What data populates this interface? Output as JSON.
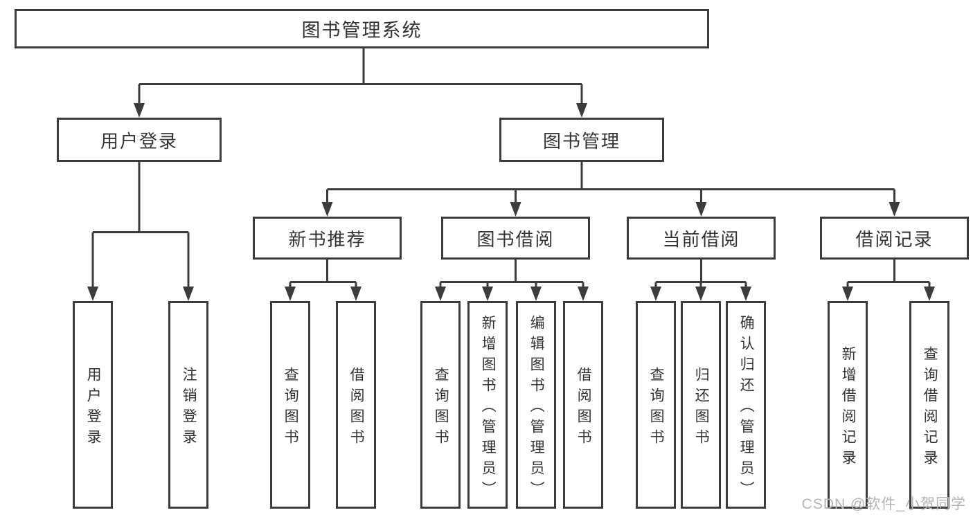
{
  "diagram_type": "hierarchy-tree",
  "root": {
    "label": "图书管理系统"
  },
  "user_login": {
    "label": "用户登录",
    "children": [
      {
        "label": "用户登录"
      },
      {
        "label": "注销登录"
      }
    ]
  },
  "book_management": {
    "label": "图书管理",
    "sections": [
      {
        "label": "新书推荐",
        "children": [
          {
            "label": "查询图书"
          },
          {
            "label": "借阅图书"
          }
        ]
      },
      {
        "label": "图书借阅",
        "children": [
          {
            "label": "查询图书"
          },
          {
            "label": "新增图书（管理员）"
          },
          {
            "label": "编辑图书（管理员）"
          },
          {
            "label": "借阅图书"
          }
        ]
      },
      {
        "label": "当前借阅",
        "children": [
          {
            "label": "查询图书"
          },
          {
            "label": "归还图书"
          },
          {
            "label": "确认归还（管理员）"
          }
        ]
      },
      {
        "label": "借阅记录",
        "children": [
          {
            "label": "新增借阅记录"
          },
          {
            "label": "查询借阅记录"
          }
        ]
      }
    ]
  },
  "watermark": {
    "text": "CSDN @软件_小贺同学"
  },
  "colors": {
    "line": "#3c3c3c",
    "box_border": "#3c3c3c",
    "text": "#333333",
    "watermark": "#b4b4b4",
    "background": "#ffffff"
  }
}
